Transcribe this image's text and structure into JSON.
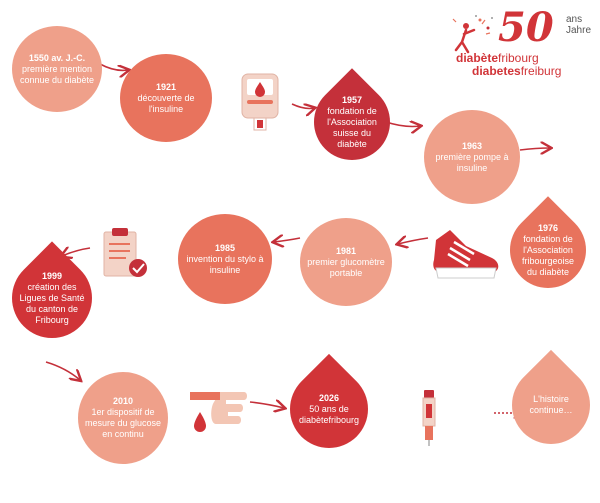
{
  "logo": {
    "number": "50",
    "ans": "ans",
    "jahre": "Jahre",
    "line1_bold": "diabète",
    "line1_reg": "fribourg",
    "line2_bold": "diabetes",
    "line2_reg": "freiburg"
  },
  "events": [
    {
      "year": "1550 av. J.-C.",
      "text": "première mention connue du diabète"
    },
    {
      "year": "1921",
      "text": "découverte de l'insuline"
    },
    {
      "year": "1957",
      "text": "fondation de l'Association suisse du diabète"
    },
    {
      "year": "1963",
      "text": "première pompe à insuline"
    },
    {
      "year": "1976",
      "text": "fondation de l'Association fribourgeoise du diabète"
    },
    {
      "year": "1981",
      "text": "premier glucomètre portable"
    },
    {
      "year": "1985",
      "text": "invention du stylo à insuline"
    },
    {
      "year": "1999",
      "text": "création des Ligues de Santé du canton de Fribourg"
    },
    {
      "year": "2010",
      "text": "1er dispositif de mesure du glucose en continu"
    },
    {
      "year": "2026",
      "text": "50 ans de diabètefribourg"
    },
    {
      "year": "",
      "text": "L'histoire continue…"
    }
  ],
  "icons": [
    "glucometer-icon",
    "sneaker-icon",
    "clipboard-check-icon",
    "finger-blood-drop-icon",
    "insulin-pen-icon"
  ],
  "colors": {
    "light": "#efa08a",
    "mid": "#e8735d",
    "dark": "#c4303a",
    "red": "#d13438",
    "arrow": "#c4303a"
  }
}
